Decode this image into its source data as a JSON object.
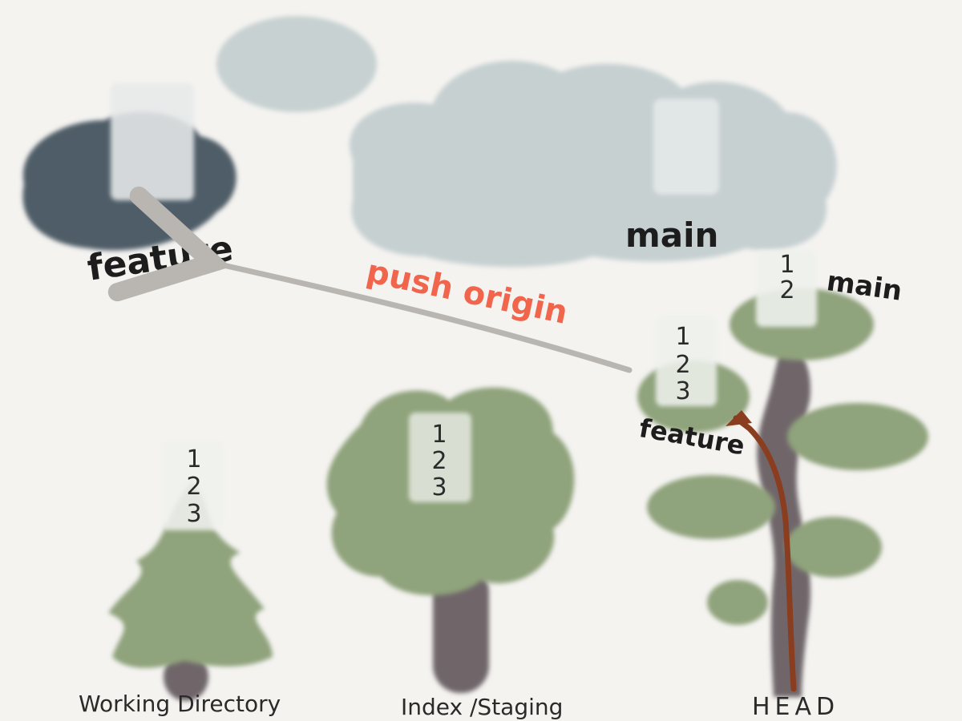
{
  "remote": {
    "feature_label": "feature",
    "main_label": "main"
  },
  "push": {
    "label": "push origin"
  },
  "working_directory": {
    "label": "Working Directory",
    "commits": [
      "1",
      "2",
      "3"
    ]
  },
  "index": {
    "label": "Index /Staging",
    "commits": [
      "1",
      "2",
      "3"
    ]
  },
  "head": {
    "label": "HEAD",
    "main_branch": {
      "label": "main",
      "commits": [
        "1",
        "2"
      ]
    },
    "feature_branch": {
      "label": "feature",
      "commits": [
        "1",
        "2",
        "3"
      ]
    }
  },
  "colors": {
    "background": "#f4f3f0",
    "remote_feature_cloud": "#4f5d67",
    "remote_main_cloud": "#c6d0d1",
    "foliage": "#8fa37c",
    "trunk": "#6f666b",
    "push_arrow": "#b9b6b2",
    "push_label": "#f0654c",
    "head_path": "#8a3d1f"
  }
}
